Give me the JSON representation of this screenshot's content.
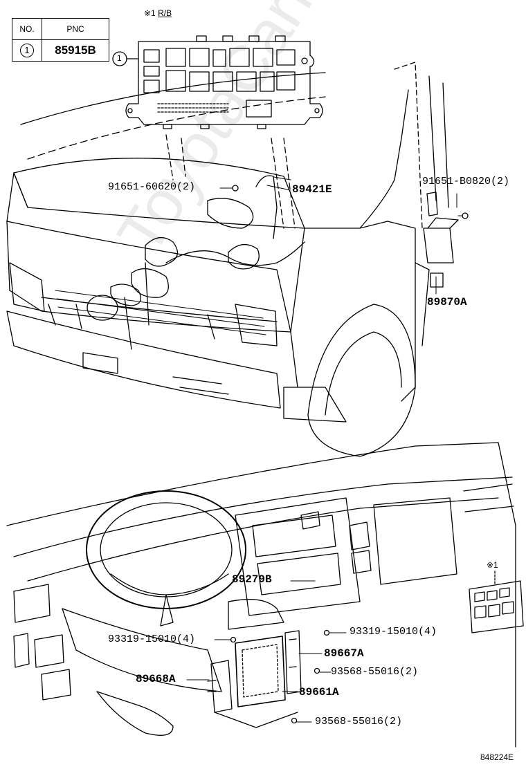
{
  "legend": {
    "header_no": "NO.",
    "header_pnc": "PNC",
    "rows": [
      {
        "no": "1",
        "pnc": "85915B"
      }
    ]
  },
  "relay_block": {
    "title_mark": "※1",
    "title_text": "R/B",
    "callout": "1"
  },
  "labels": {
    "bolt_1": "91651-60620(2)",
    "part_89421E": "89421E",
    "bolt_2": "91651-B0820(2)",
    "part_89870A": "89870A",
    "part_89279B": "89279B",
    "screw_1": "93319-15010(4)",
    "screw_2": "93319-15010(4)",
    "part_89667A": "89667A",
    "part_89668A": "89668A",
    "screw_3": "93568-55016(2)",
    "part_89661A": "89661A",
    "screw_4": "93568-55016(2)",
    "ref_mark": "※1"
  },
  "diagram_code": "848224E",
  "watermark": "ToyotaCarMiner.ru"
}
